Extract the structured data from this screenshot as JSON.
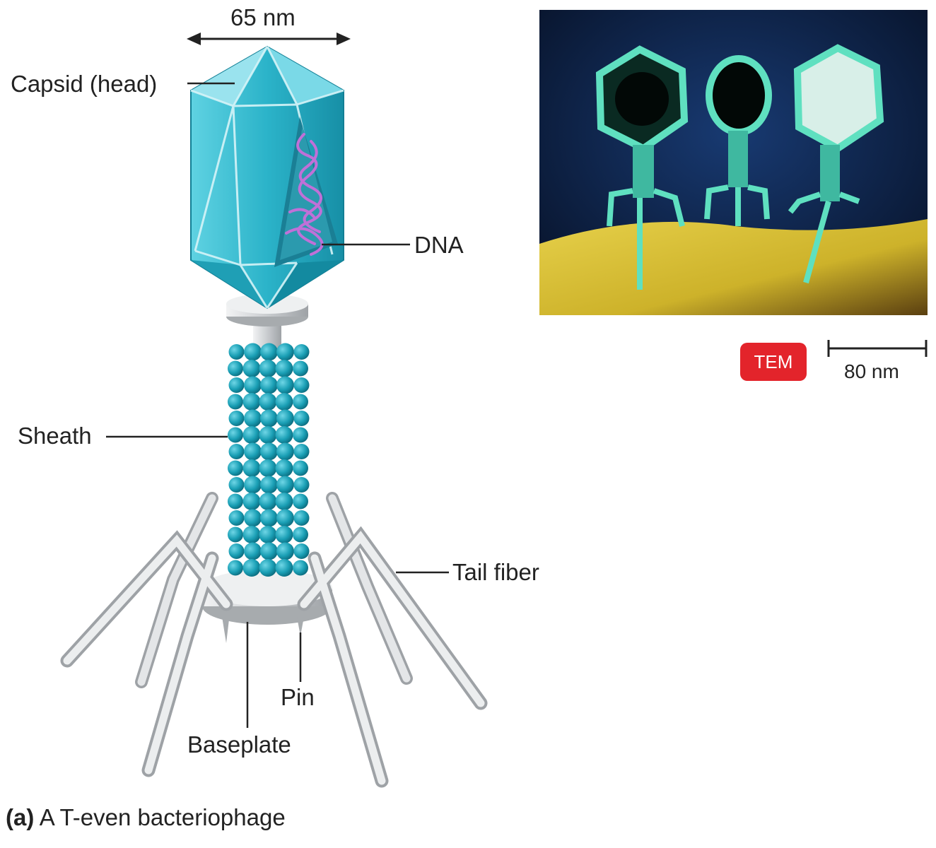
{
  "labels": {
    "width": "65 nm",
    "capsid": "Capsid (head)",
    "dna": "DNA",
    "sheath": "Sheath",
    "tail_fiber": "Tail fiber",
    "pin": "Pin",
    "baseplate": "Baseplate"
  },
  "micrograph": {
    "badge": "TEM",
    "scale": "80 nm"
  },
  "caption": {
    "part": "(a)",
    "text": "A T-even bacteriophage"
  },
  "colors": {
    "capsid": "#2bb3c9",
    "sheath": "#1a9fb5",
    "dna": "#c070d8",
    "collar": "#c9cccf",
    "badge": "#e3242b",
    "micrograph_bg": "#08152e",
    "micrograph_cell": "#d9c23a"
  }
}
